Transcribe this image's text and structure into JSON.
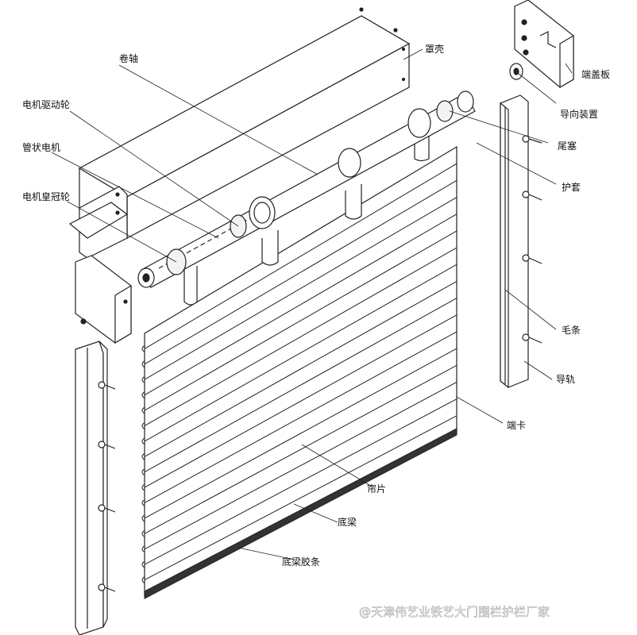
{
  "labels": {
    "shield": "罩壳",
    "reel_axis": "卷轴",
    "motor_drive_wheel": "电机驱动轮",
    "tubular_motor": "管状电机",
    "motor_crown_wheel": "电机皇冠轮",
    "end_cover_plate": "端盖板",
    "guide_device": "导向装置",
    "tail_plug": "尾塞",
    "sleeve": "护套",
    "brush_strip": "毛条",
    "guide_rail": "导轨",
    "end_clip": "端卡",
    "slat": "帘片",
    "bottom_beam": "底梁",
    "bottom_beam_rubber": "底梁胶条"
  },
  "watermark": "@天津伟艺业铁艺大门围栏护栏厂家",
  "colors": {
    "line": "#222222",
    "fill": "#ffffff",
    "shade": "#e6e6e6",
    "rubber": "#333333"
  }
}
